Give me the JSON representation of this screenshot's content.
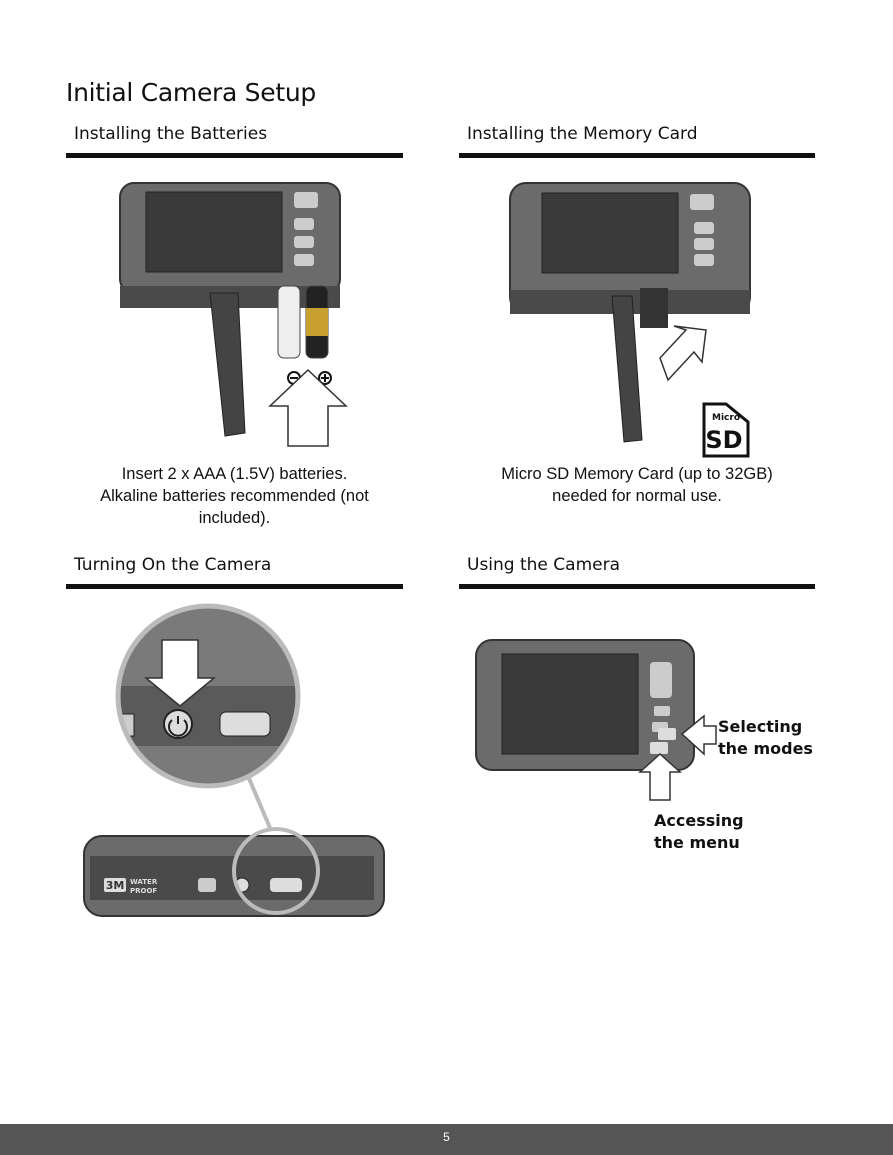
{
  "page": {
    "title": "Initial Camera Setup",
    "page_number": "5"
  },
  "sections": {
    "batteries": {
      "heading": "Installing the Batteries",
      "caption_line1": "Insert 2 x AAA (1.5V) batteries.",
      "caption_line2": "Alkaline batteries recommended (not",
      "caption_line3": "included)."
    },
    "memory": {
      "heading": "Installing the Memory Card",
      "caption_line1": "Micro SD Memory Card (up to 32GB)",
      "caption_line2": "needed for normal use.",
      "sd_logo_top": "Micro",
      "sd_logo_main": "SD"
    },
    "power": {
      "heading": "Turning On the Camera",
      "waterproof_badge": "3M",
      "waterproof_text1": "WATER",
      "waterproof_text2": "PROOF"
    },
    "using": {
      "heading": "Using the Camera",
      "callout_modes_line1": "Selecting",
      "callout_modes_line2": "the modes",
      "callout_menu_line1": "Accessing",
      "callout_menu_line2": "the menu"
    }
  },
  "colors": {
    "rule": "#111111",
    "footer": "#555555",
    "camera_body": "#6b6b6b",
    "screen": "#3a3a3a"
  }
}
